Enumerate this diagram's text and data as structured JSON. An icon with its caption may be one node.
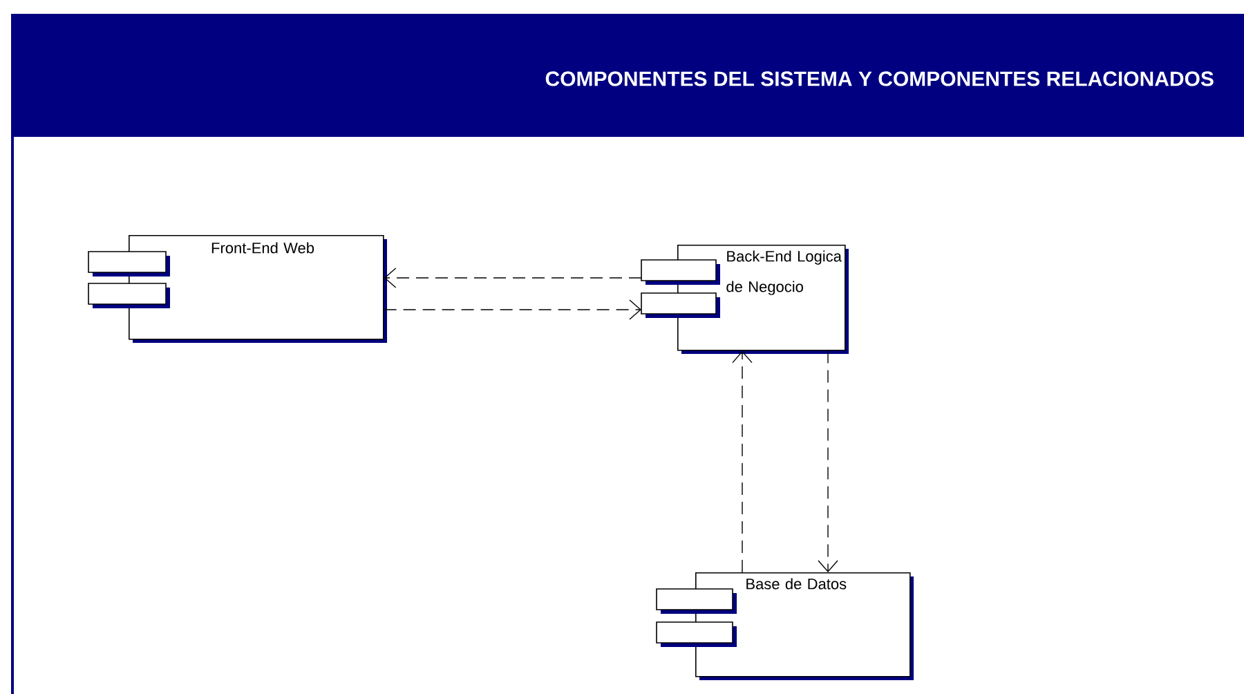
{
  "diagram": {
    "title": "COMPONENTES DEL SISTEMA Y COMPONENTES RELACIONADOS",
    "nodes": [
      {
        "text": [
          "Front-End Web"
        ]
      },
      {
        "text": [
          "Back-End Logica de Negocio"
        ]
      },
      {
        "text": [
          "Base de Datos"
        ]
      }
    ],
    "edges": [
      {
        "from": 1,
        "to": 0,
        "arrow": "to",
        "style": "dashed"
      },
      {
        "from": 0,
        "to": 1,
        "arrow": "to",
        "style": "dashed"
      },
      {
        "from": 2,
        "to": 1,
        "arrow": "to",
        "style": "dashed"
      },
      {
        "from": 1,
        "to": 2,
        "arrow": "to",
        "style": "dashed"
      }
    ]
  }
}
